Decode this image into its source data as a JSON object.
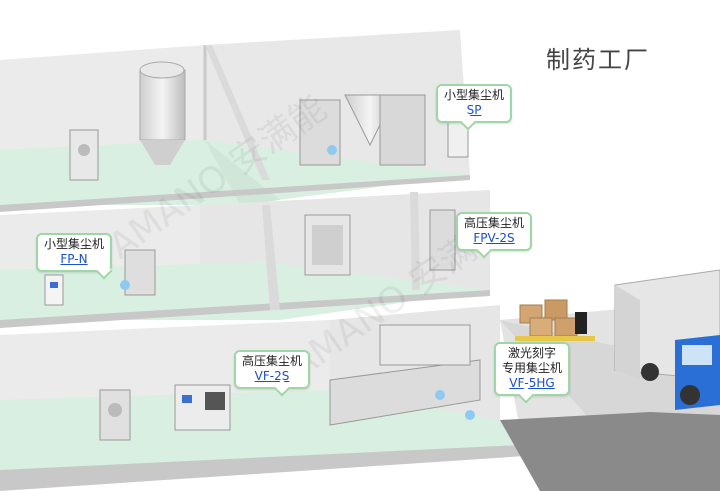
{
  "title": "制药工厂",
  "watermark": "AMANO 安满能",
  "colors": {
    "floor": "#d9efe2",
    "wall": "#ededed",
    "wall_dark": "#d3d3d3",
    "callout_border": "#9fd6a6",
    "link": "#1a4fd0",
    "truck_cab": "#2a6fd6"
  },
  "callouts": [
    {
      "id": "sp",
      "name": "小型集尘机",
      "model": "SP"
    },
    {
      "id": "fpn",
      "name": "小型集尘机",
      "model": "FP-N"
    },
    {
      "id": "fpv2s",
      "name": "高压集尘机",
      "model": "FPV-2S"
    },
    {
      "id": "vf2s",
      "name": "高压集尘机",
      "model": "VF-2S"
    },
    {
      "id": "vf5hg",
      "name_line1": "激光刻字",
      "name_line2": "专用集尘机",
      "model": "VF-5HG"
    }
  ]
}
